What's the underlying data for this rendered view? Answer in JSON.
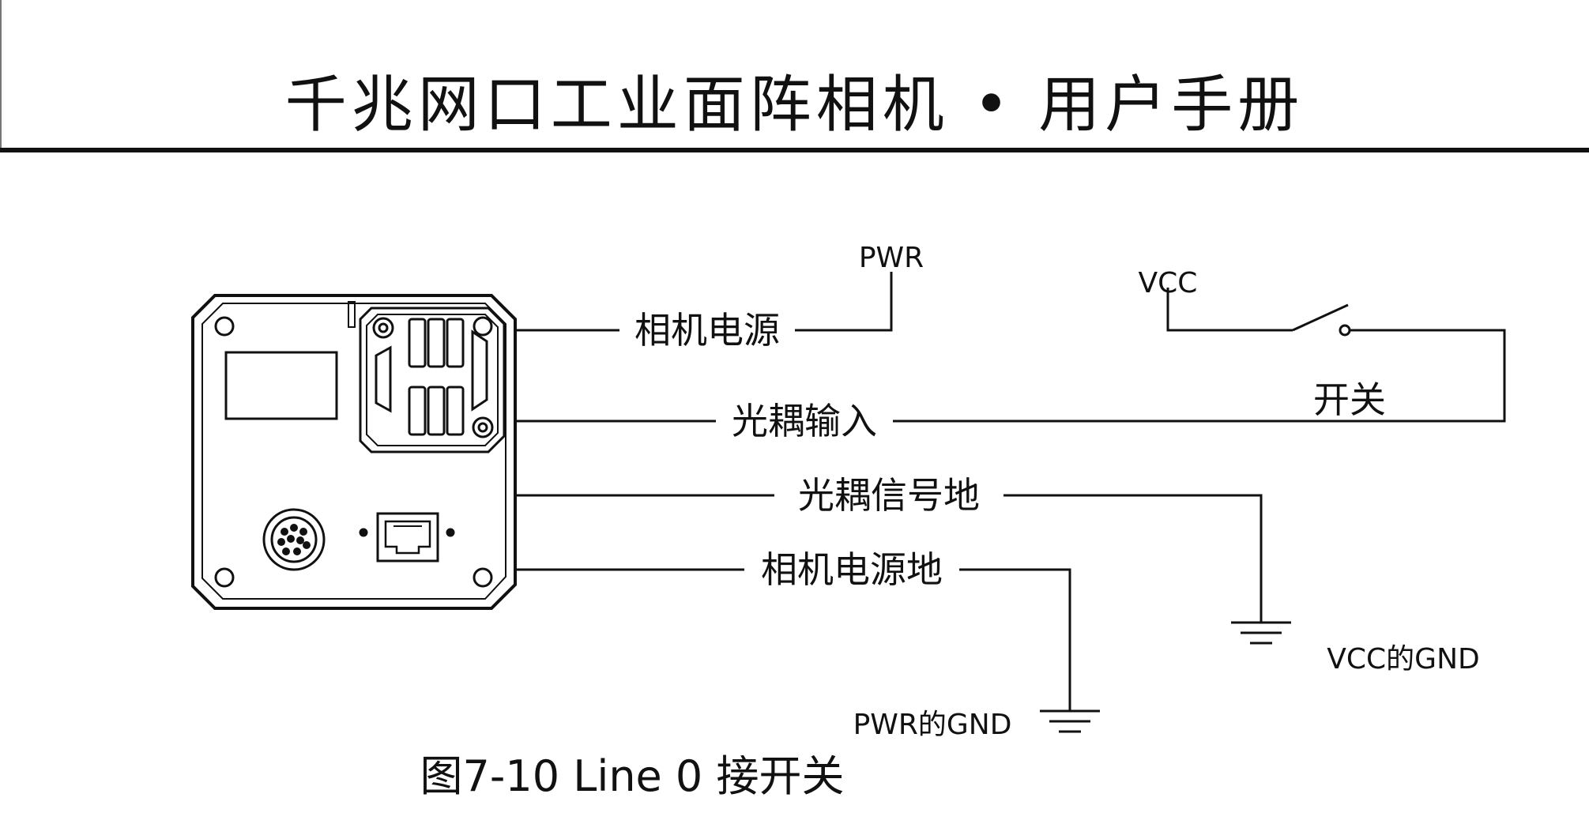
{
  "header": {
    "title": "千兆网口工业面阵相机 • 用户手册"
  },
  "diagram": {
    "labels": {
      "pwr": "PWR",
      "vcc": "VCC",
      "switch": "开关",
      "camera_power": "相机电源",
      "opto_input": "光耦输入",
      "opto_signal_ground": "光耦信号地",
      "camera_power_ground": "相机电源地",
      "vcc_gnd": "VCC的GND",
      "pwr_gnd": "PWR的GND"
    }
  },
  "caption": {
    "text": "图7-10  Line 0 接开关"
  }
}
